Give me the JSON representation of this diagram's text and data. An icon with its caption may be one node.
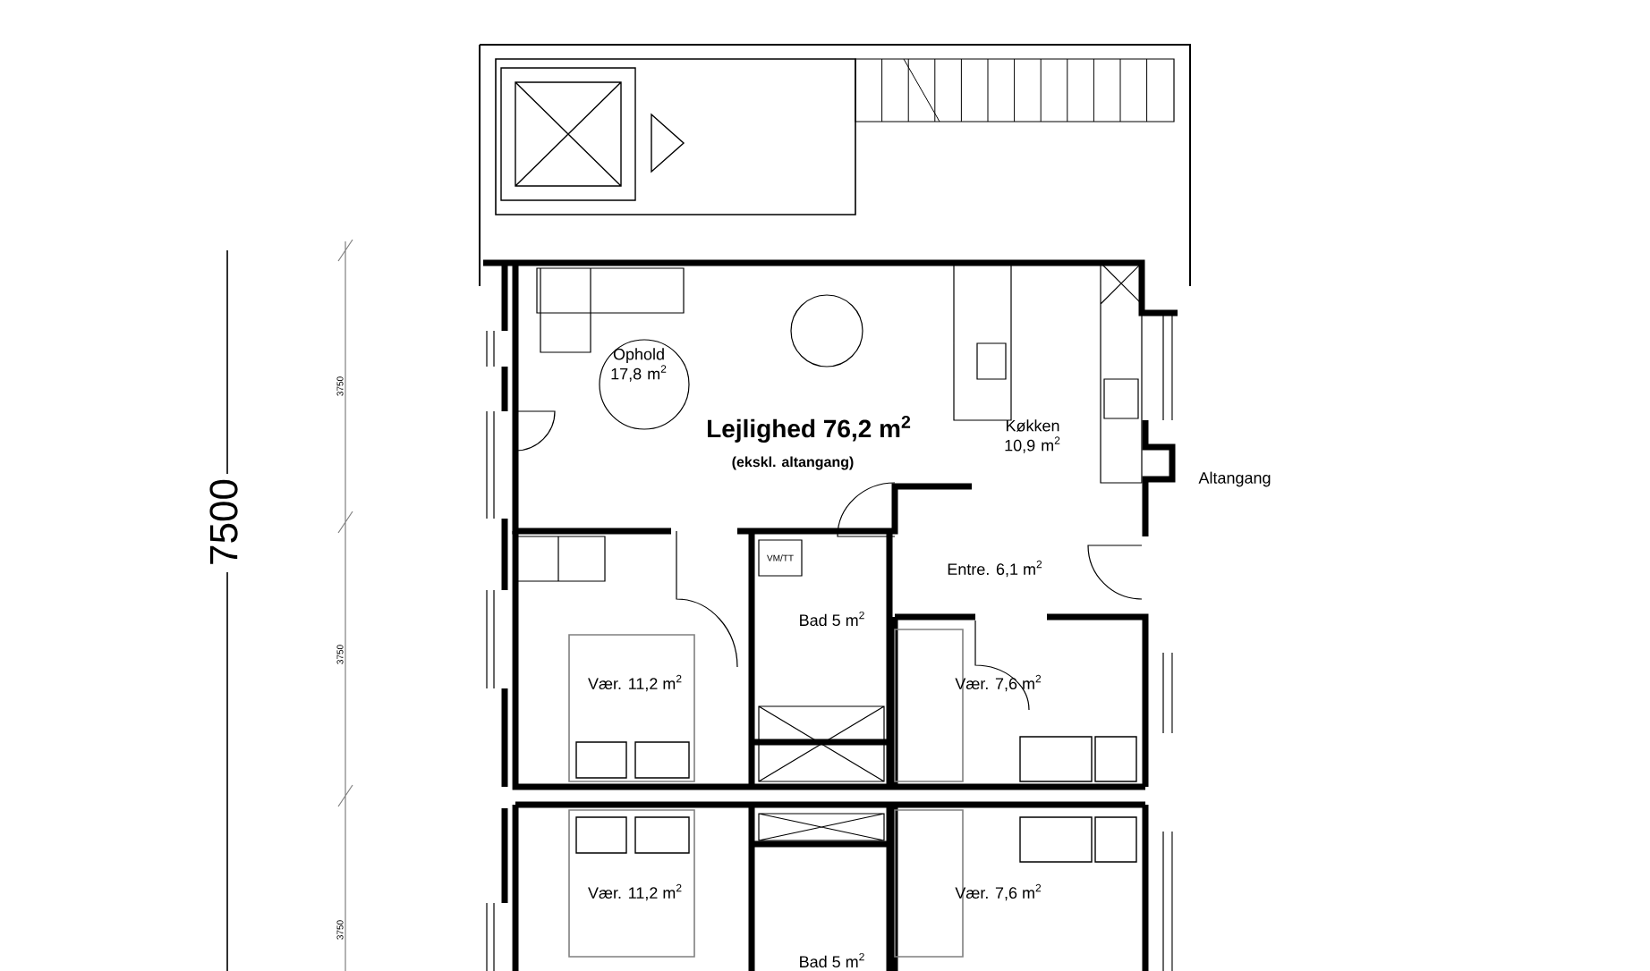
{
  "diagram": {
    "labels": [
      "Ophold 17,8 m$^{2}$",
      "Køkken 10,9 m$^{2}$",
      "Lejlighed 76,2 m$^{2}$",
      "(ekskl. altangang)",
      "Altangang",
      "7500",
      "3750",
      "3750",
      "3750",
      "VM/TT",
      "Entre. 6,1 m$^{2}$",
      "Bad 5 m$^{2}$",
      "Vær. 11,2 m$^{2}$",
      "Vær. 7,6 m$^{2}$",
      "Vær. 11,2 m$^{2}$",
      "Vær. 7,6 m$^{2}$",
      "Bad 5 m$^{2}$"
    ]
  }
}
